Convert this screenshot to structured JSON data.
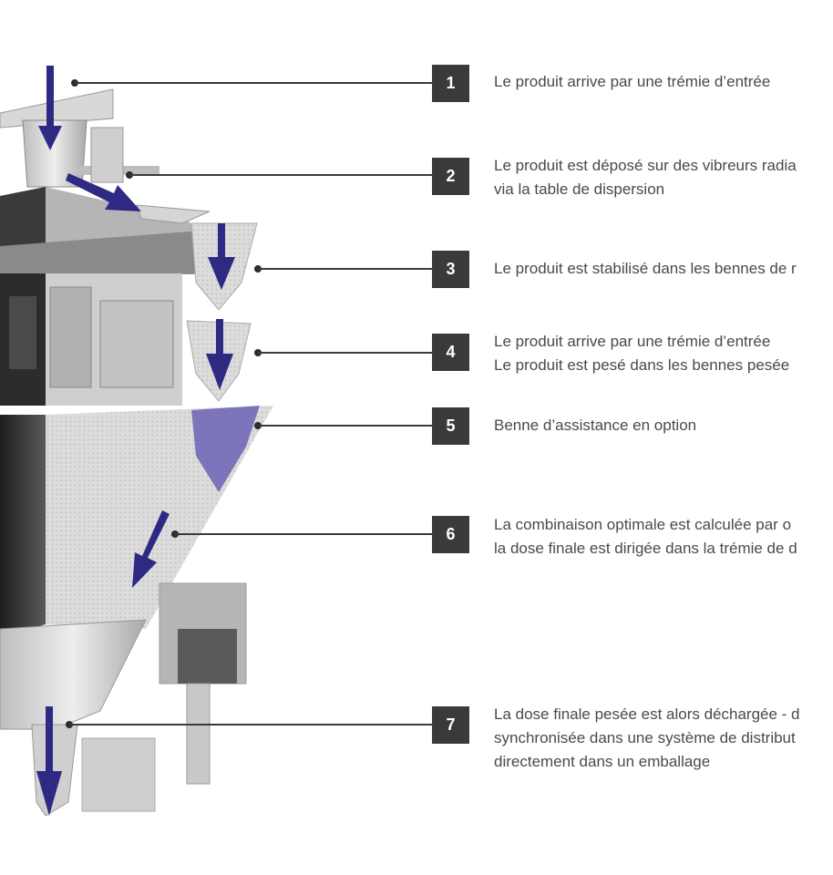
{
  "steps": [
    {
      "number": "1",
      "lines": [
        "Le produit arrive par une trémie d’entrée"
      ]
    },
    {
      "number": "2",
      "lines": [
        "Le produit est déposé sur des vibreurs radia",
        "via la table de dispersion"
      ]
    },
    {
      "number": "3",
      "lines": [
        "Le produit est stabilisé dans les bennes de r"
      ]
    },
    {
      "number": "4",
      "lines": [
        "Le produit arrive par une trémie d’entrée",
        "Le produit est pesé dans les bennes pesée"
      ]
    },
    {
      "number": "5",
      "lines": [
        "Benne d’assistance en option"
      ]
    },
    {
      "number": "6",
      "lines": [
        "La combinaison optimale est calculée par o",
        "la dose finale est dirigée dans la trémie de d"
      ]
    },
    {
      "number": "7",
      "lines": [
        "La dose finale pesée est alors déchargée - d",
        "synchronisée dans une système de distribut",
        "directement dans un emballage"
      ]
    }
  ],
  "colors": {
    "arrow": "#2e2a84",
    "optional_bucket": "#6b63b5",
    "badge": "#3a3a3a",
    "text": "#4a4a4a"
  }
}
